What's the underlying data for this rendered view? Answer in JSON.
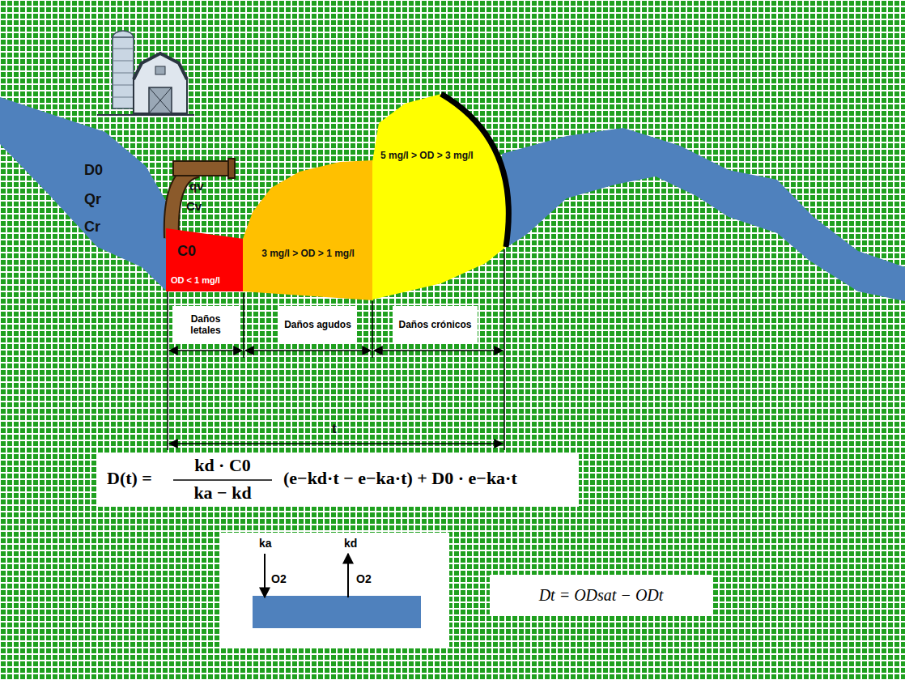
{
  "diagram": {
    "nodes": [
      {
        "text": [
          "C0",
          "OD < 1 mg/l"
        ]
      },
      {
        "text": [
          "3 mg/l > OD > 1 mg/l"
        ]
      },
      {
        "text": [
          "5 mg/l > OD > 3 mg/l"
        ]
      },
      {
        "text": [
          "Daños letales"
        ]
      },
      {
        "text": [
          "Daños agudos"
        ]
      },
      {
        "text": [
          "Daños crónicos"
        ]
      },
      {
        "text": [
          "D(t) =",
          "kd · C0",
          "ka − kd",
          "(e−kd·t − e−ka·t) + D0 · e−ka·t"
        ]
      },
      {
        "text": [
          "ka",
          "kd",
          "O2",
          "O2"
        ]
      },
      {
        "text": [
          "Dt = ODsat − ODt"
        ]
      }
    ],
    "labels": [
      "D0",
      "Qr",
      "Cr",
      "qv",
      "Cv",
      "t"
    ]
  }
}
